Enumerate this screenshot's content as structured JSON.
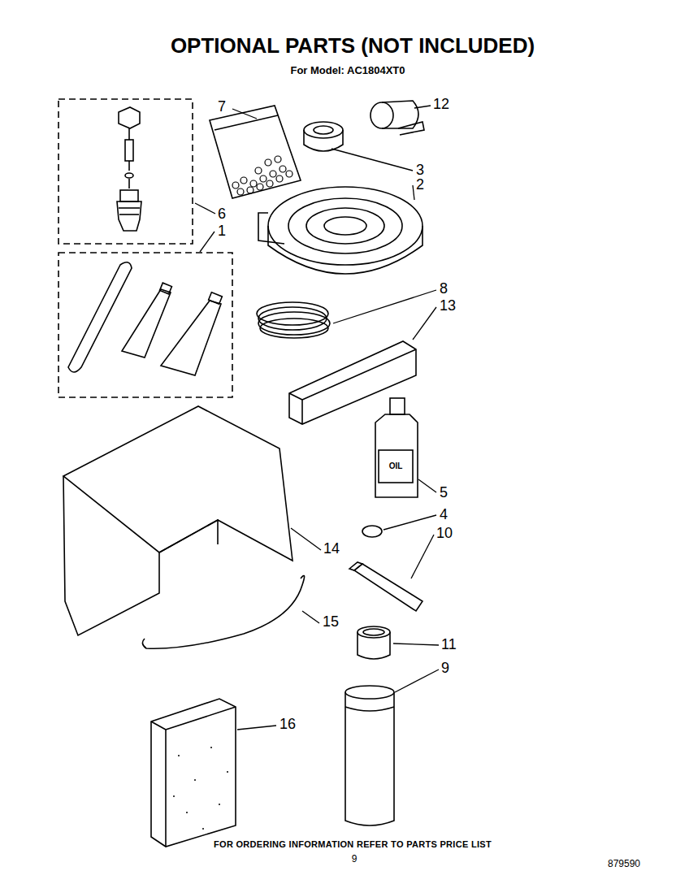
{
  "diagram": {
    "title": "OPTIONAL PARTS (NOT INCLUDED)",
    "labels": [
      "For Model: AC1804XT0",
      "7",
      "12",
      "3",
      "2",
      "6",
      "1",
      "8",
      "13",
      "OIL",
      "5",
      "4",
      "10",
      "14",
      "15",
      "11",
      "9",
      "16",
      "FOR ORDERING INFORMATION REFER TO PARTS PRICE LIST",
      "9",
      "879590"
    ]
  }
}
